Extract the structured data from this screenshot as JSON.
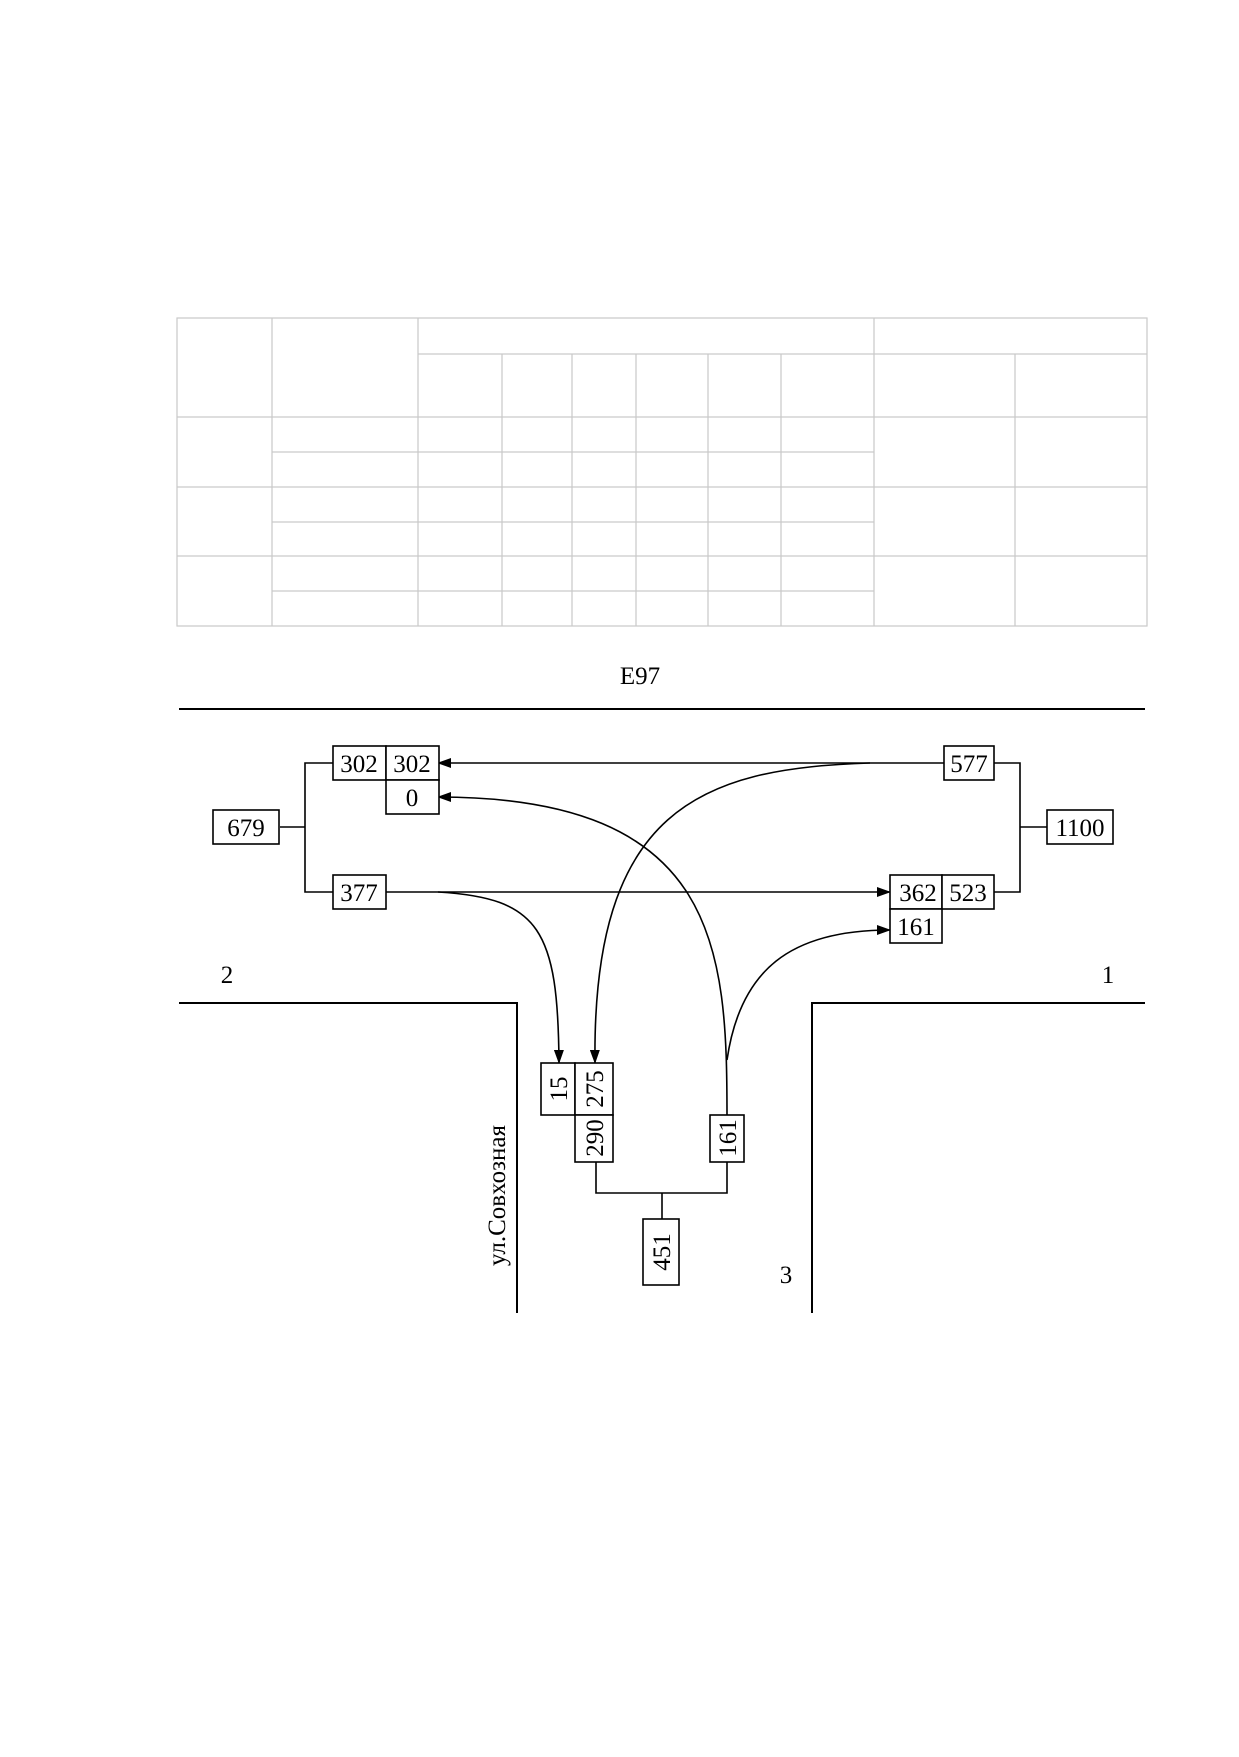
{
  "diagram": {
    "road_name": "E97",
    "street_name": "ул.Совхозная",
    "approaches": {
      "approach_1": "1",
      "approach_2": "2",
      "approach_3": "3"
    },
    "west": {
      "total": "679",
      "out_straight": "302",
      "out_total": "302",
      "out_uturn": "0",
      "in_total": "377"
    },
    "east": {
      "in_total": "577",
      "total": "1100",
      "out_straight": "362",
      "out_total": "523",
      "out_from_south": "161"
    },
    "south": {
      "in_from_west": "15",
      "in_from_east": "275",
      "in_total": "290",
      "out_total": "161",
      "total": "451"
    }
  },
  "colors": {
    "grid_line": "#c9c9c9",
    "ink": "#000000"
  }
}
